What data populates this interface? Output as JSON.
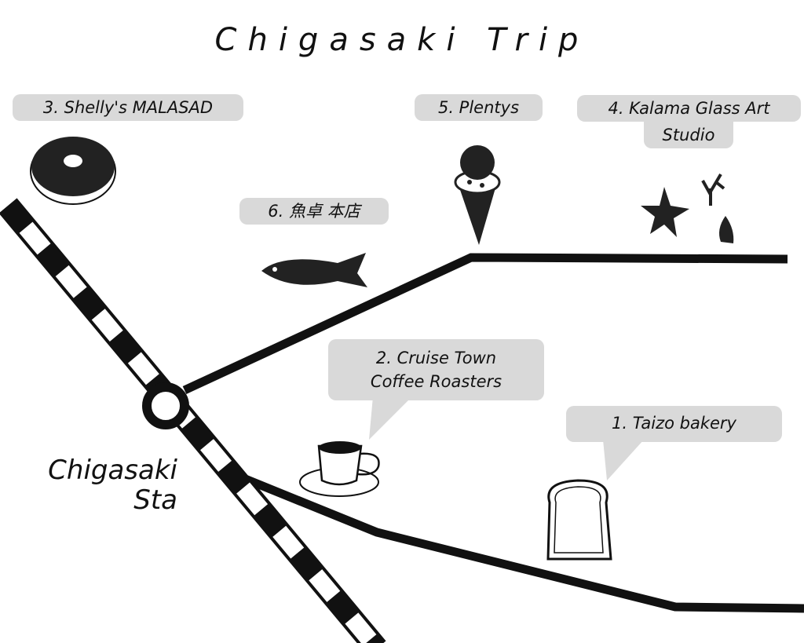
{
  "title": "Chigasaki Trip",
  "station": {
    "line1": "Chigasaki",
    "line2": "Sta"
  },
  "places": [
    {
      "label": "1.  Taizo bakery",
      "icon": "bread-icon"
    },
    {
      "label": "2.  Cruise Town",
      "label2": "Coffee Roasters",
      "icon": "coffee-cup-icon"
    },
    {
      "label": "3.  Shelly's MALASAD",
      "icon": "donut-icon"
    },
    {
      "label": "4.  Kalama Glass Art",
      "label2": "Studio",
      "icon": "starfish-icon"
    },
    {
      "label": "5.  Plentys",
      "icon": "ice-cream-icon"
    },
    {
      "label": "6.  魚卓 本店",
      "icon": "fish-icon"
    }
  ],
  "colors": {
    "label_bg": "#d9d9d9",
    "ink": "#111111"
  }
}
